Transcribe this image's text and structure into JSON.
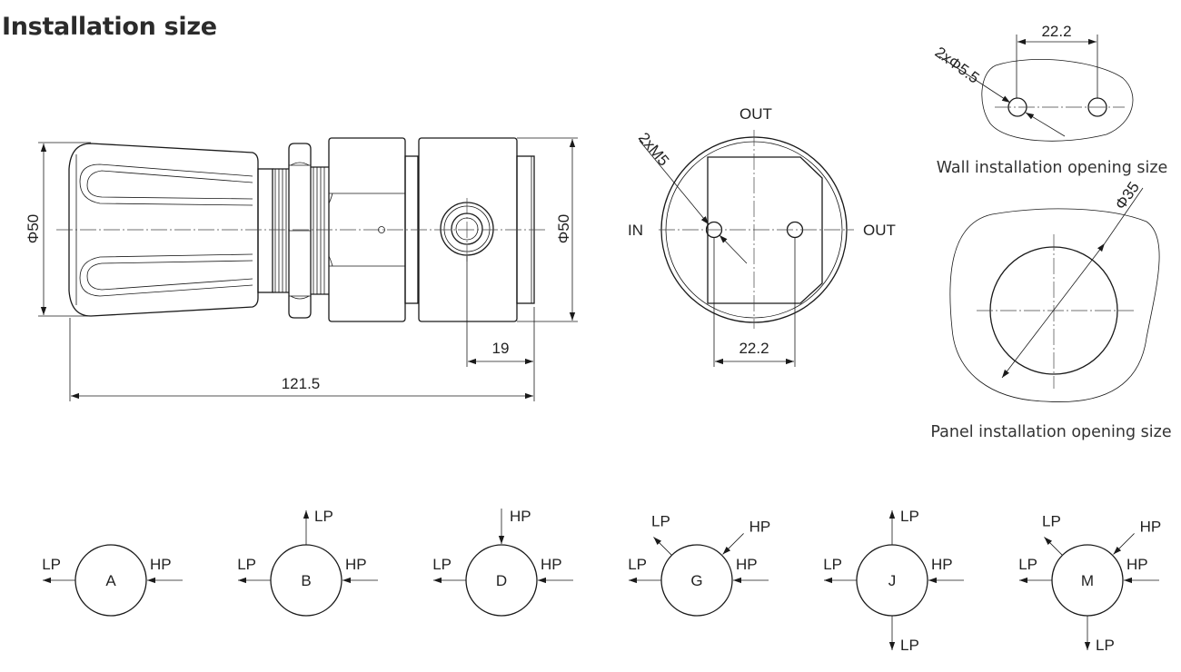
{
  "title": "Installation size",
  "side_view": {
    "diameter_left": "Φ50",
    "diameter_right": "Φ50",
    "length_total": "121.5",
    "port_offset": "19"
  },
  "front_view": {
    "port_top": "OUT",
    "port_left": "IN",
    "port_right": "OUT",
    "thread_callout": "2xM5",
    "hole_spacing": "22.2"
  },
  "wall_opening": {
    "hole_callout": "2xΦ5.5",
    "hole_spacing": "22.2",
    "caption": "Wall installation opening size"
  },
  "panel_opening": {
    "diameter": "Φ35",
    "caption": "Panel installation opening size"
  },
  "port_configs": [
    {
      "code": "A",
      "left": "LP",
      "right": "HP"
    },
    {
      "code": "B",
      "top": "LP",
      "left": "LP",
      "right": "HP"
    },
    {
      "code": "D",
      "top": "HP",
      "left": "LP",
      "right": "HP"
    },
    {
      "code": "G",
      "top_left": "LP",
      "top_right": "HP",
      "left": "LP",
      "right": "HP"
    },
    {
      "code": "J",
      "top": "LP",
      "left": "LP",
      "right": "HP",
      "bottom": "LP"
    },
    {
      "code": "M",
      "top_left": "LP",
      "top_right": "HP",
      "left": "LP",
      "right": "HP",
      "bottom": "LP"
    }
  ]
}
